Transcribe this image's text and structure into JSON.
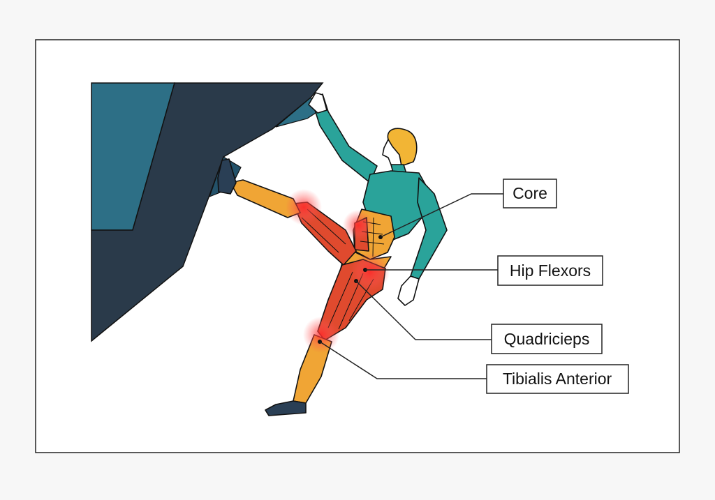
{
  "colors": {
    "background": "#f7f7f7",
    "frame_border": "#222222",
    "rock_dark": "#2a3a4a",
    "rock_blue": "#2d6f86",
    "rock_mid": "#24526a",
    "skin_teal": "#2aa39a",
    "hair": "#f2b535",
    "muscle_red": "#e04a2e",
    "muscle_orange": "#f0a535",
    "glow": "#ff3b3b",
    "shoe": "#2a3f55"
  },
  "labels": [
    {
      "id": "core",
      "text": "Core"
    },
    {
      "id": "hip-flexors",
      "text": "Hip Flexors"
    },
    {
      "id": "quadriceps",
      "text": "Quadricieps"
    },
    {
      "id": "tibialis-anterior",
      "text": "Tibialis Anterior"
    }
  ]
}
